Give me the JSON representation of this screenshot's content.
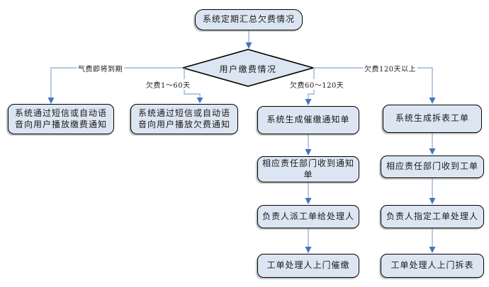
{
  "colors": {
    "node_fill": "#dce6f2",
    "node_border": "#000000",
    "connector_line": "#9ab5d9",
    "arrowhead": "#4575bd",
    "label_text": "#1a1a1a",
    "canvas_bg": "#ffffff"
  },
  "nodes": {
    "summary": "系统定期汇总欠费情况",
    "decision": "用户缴费情况",
    "sms_payment_notice": "系统通过短信或自动语\n音向用户播放缴费通知",
    "sms_arrears_notice": "系统通过短信或自动语\n音向用户播放欠费通知",
    "generate_reminder": "系统生成催缴通知单",
    "generate_removal_order": "系统生成拆表工单",
    "dept_receive_notice": "相应责任部门收到通知\n单",
    "dept_receive_order": "相应责任部门收到工单",
    "assign_handler": "负责人派工单给处理人",
    "designate_handler": "负责人指定工单处理人",
    "visit_urge_payment": "工单处理人上门催缴",
    "visit_remove_meter": "工单处理人上门拆表"
  },
  "edge_labels": {
    "gas_fee_due_soon": "气费即将到期",
    "overdue_1_60": "欠费1～60天",
    "overdue_60_120": "欠费60～120天",
    "overdue_over_120": "欠费120天以上"
  }
}
